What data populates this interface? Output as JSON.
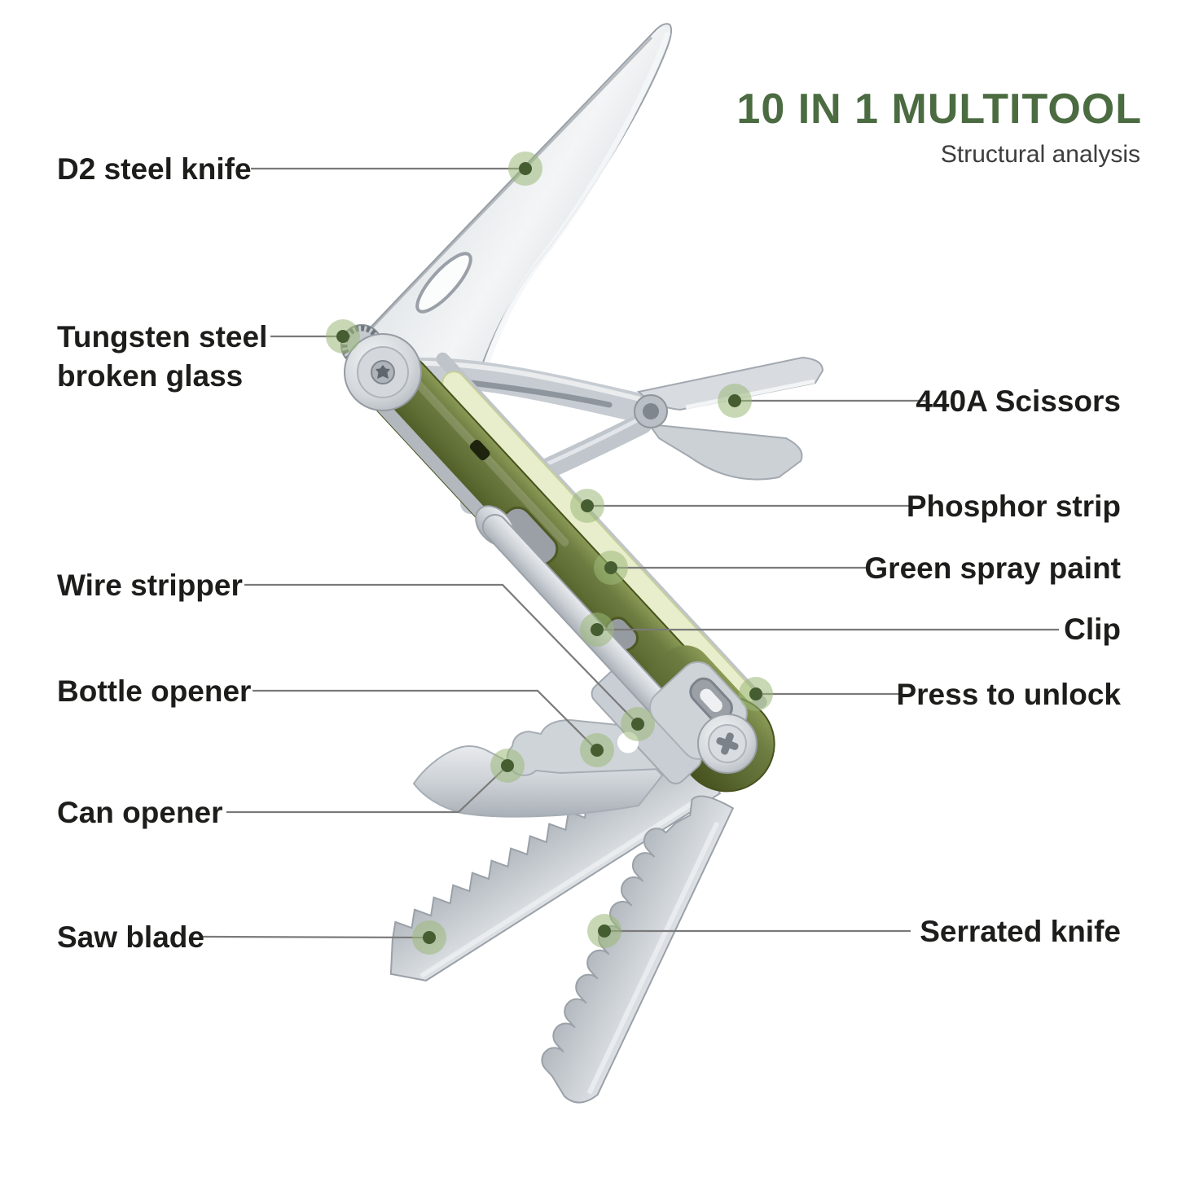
{
  "title": {
    "heading": "10 IN 1 MULTITOOL",
    "subheading": "Structural analysis"
  },
  "callouts": {
    "d2_steel_knife": "D2 steel knife",
    "tungsten_line1": "Tungsten steel",
    "tungsten_line2": "broken glass",
    "wire_stripper": "Wire stripper",
    "bottle_opener": "Bottle opener",
    "can_opener": "Can opener",
    "saw_blade": "Saw blade",
    "scissors": "440A Scissors",
    "phosphor_strip": "Phosphor strip",
    "green_spray_paint": "Green spray paint",
    "clip": "Clip",
    "press_to_unlock": "Press to unlock",
    "serrated_knife": "Serrated knife"
  },
  "colors": {
    "background": "#ffffff",
    "title_green": "#4b6b41",
    "subtitle_gray": "#3d3d3d",
    "label_text": "#1d1d1b",
    "leader_line": "#7a7a7a",
    "marker_ring": "#9ab878",
    "marker_center": "#465c31",
    "steel_light": "#eef0f2",
    "steel_mid": "#c9ced4",
    "steel_dark": "#9aa1a8",
    "handle_olive": "#64733a",
    "handle_olive_dark": "#46511f",
    "phosphor_pale": "#e8edcb"
  }
}
